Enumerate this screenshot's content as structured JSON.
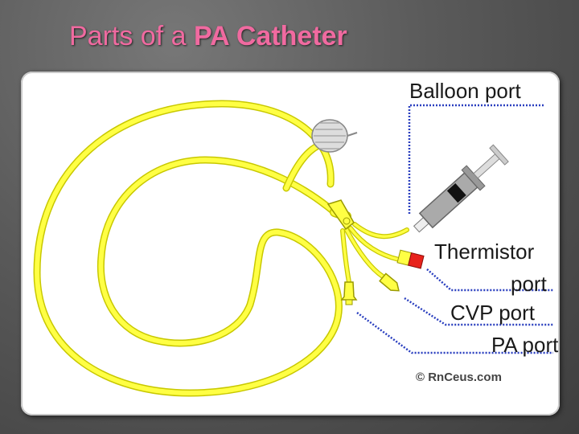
{
  "title": {
    "prefix": "Parts of a ",
    "emphasis": "PA Catheter"
  },
  "labels": {
    "balloon": "Balloon port",
    "thermistor_line1": "Thermistor",
    "thermistor_line2": "port",
    "cvp": "CVP port",
    "pa": "PA port"
  },
  "copyright": "© RnCeus.com",
  "colors": {
    "catheter": "#ffff44",
    "catheter_edge": "#c8c800",
    "title": "#f06aa0",
    "leader": "#2a3fbf",
    "thermistor_tip": "#e8221b"
  }
}
